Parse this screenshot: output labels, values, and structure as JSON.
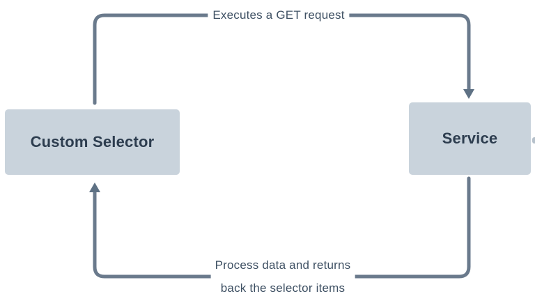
{
  "diagram": {
    "nodes": [
      {
        "id": "custom-selector",
        "label": "Custom Selector"
      },
      {
        "id": "service",
        "label": "Service"
      }
    ],
    "edges": [
      {
        "from": "custom-selector",
        "to": "service",
        "label": "Executes a GET request",
        "direction": "clockwise-top"
      },
      {
        "from": "service",
        "to": "custom-selector",
        "label_line1": "Process data and returns",
        "label_line2": "back the selector items",
        "direction": "clockwise-bottom"
      }
    ],
    "icons": [
      {
        "name": "arrowhead-down-icon",
        "meaning": "arrow into Service node"
      },
      {
        "name": "arrowhead-up-icon",
        "meaning": "arrow into Custom Selector node"
      }
    ],
    "colors": {
      "background": "#ffffff",
      "connector": "#6a7a8c",
      "arrowhead": "#5e7184",
      "node_fill": "#c9d3dc",
      "node_text": "#2d3d4f",
      "edge_text": "#3e5063",
      "stub": "#b6c1cb"
    }
  }
}
